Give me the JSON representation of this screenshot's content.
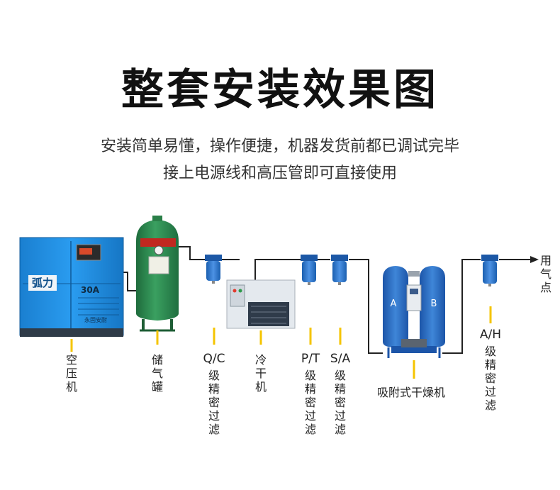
{
  "header": {
    "title": "整套安装效果图",
    "subtitle_line1": "安装简单易懂，操作便捷，机器发货前都已调试完毕",
    "subtitle_line2": "接上电源线和高压管即可直接使用"
  },
  "compressor": {
    "brand": "弧力",
    "model": "30A",
    "small_text": "永固安耐",
    "label": "空压机"
  },
  "tank": {
    "label": "储气罐"
  },
  "filter_qc": {
    "code": "Q/C",
    "label": "级精密过滤"
  },
  "cold_dryer": {
    "label": "冷干机"
  },
  "filter_pt": {
    "code": "P/T",
    "label": "级精密过滤"
  },
  "filter_sa": {
    "code": "S/A",
    "label": "级精密过滤"
  },
  "adsorption_dryer": {
    "label": "吸附式干燥机",
    "tower_a": "A",
    "tower_b": "B"
  },
  "filter_ah": {
    "code": "A/H",
    "label": "级精密过滤"
  },
  "outlet": {
    "label": "用气点"
  },
  "colors": {
    "compressor_blue": "#1d8fe0",
    "tank_green": "#2f8a52",
    "dryer_blue": "#2a6fc4",
    "pointer_yellow": "#f5c400"
  }
}
